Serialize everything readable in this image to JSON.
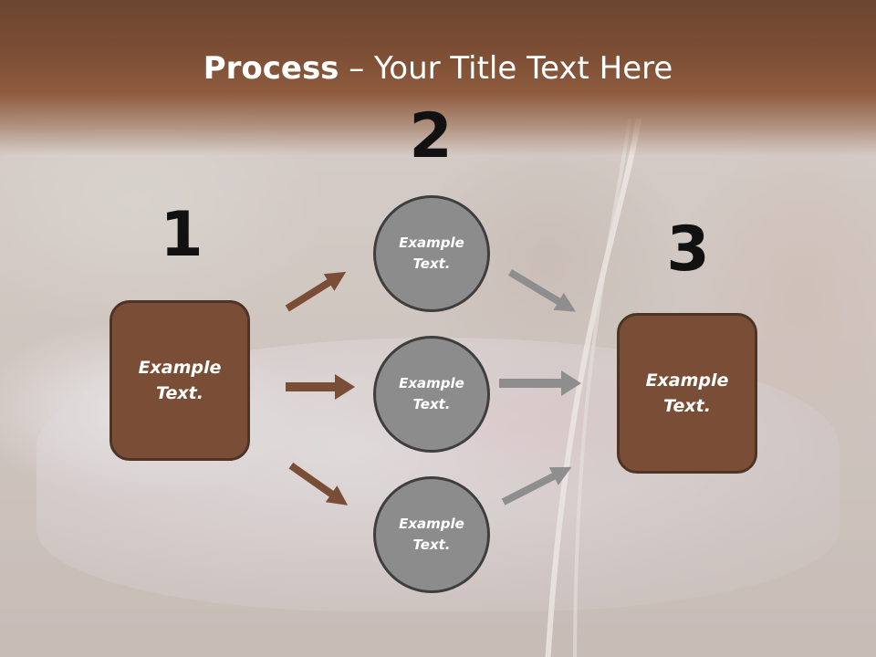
{
  "title": {
    "bold": "Process",
    "rest": " – Your Title Text Here"
  },
  "steps": [
    "1",
    "2",
    "3"
  ],
  "left_box": {
    "text_line1": "Example",
    "text_line2": "Text."
  },
  "right_box": {
    "text_line1": "Example",
    "text_line2": "Text."
  },
  "circles": [
    {
      "text_line1": "Example",
      "text_line2": "Text."
    },
    {
      "text_line1": "Example",
      "text_line2": "Text."
    },
    {
      "text_line1": "Example",
      "text_line2": "Text."
    }
  ],
  "colors": {
    "box_fill": "#7a4e36",
    "box_border": "#4e3424",
    "circle_fill": "#8c8c8c",
    "circle_border": "#3e3e3e",
    "arrow_left": "#7a4e36",
    "arrow_right": "#8e8e8e",
    "title_band": "#7d4f35"
  }
}
